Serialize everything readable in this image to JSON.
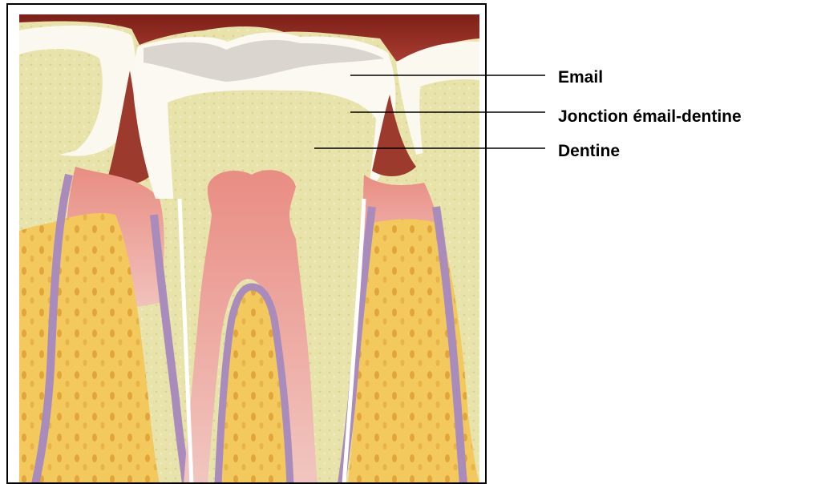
{
  "labels": {
    "email": "Email",
    "jonction": "Jonction émail-dentine",
    "dentine": "Dentine"
  },
  "colors": {
    "gum": "#8e2a22",
    "enamel": "#fbf9f0",
    "dentine": "#e7e2a8",
    "pulp": "#ecbfb8",
    "bone": "#f0c457",
    "periodontal": "#a98cbc",
    "leader": "#000000"
  }
}
